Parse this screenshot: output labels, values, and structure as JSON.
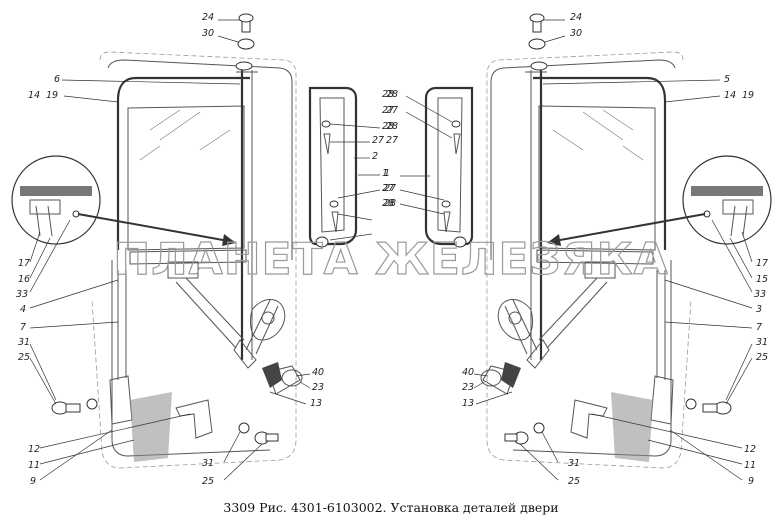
{
  "caption": "3309 Рис. 4301-6103002. Установка деталей двери",
  "watermark": "ПЛАНЕТА ЖЕЛЕЗЯКА",
  "callouts": {
    "left": [
      "24",
      "30",
      "6",
      "14",
      "19",
      "28",
      "27",
      "28",
      "27",
      "2",
      "1",
      "27",
      "28",
      "17",
      "16",
      "33",
      "4",
      "7",
      "31",
      "25",
      "40",
      "23",
      "13",
      "12",
      "11",
      "9",
      "31",
      "25"
    ],
    "right": [
      "24",
      "30",
      "5",
      "14",
      "19",
      "28",
      "27",
      "28",
      "27",
      "1",
      "27",
      "28",
      "17",
      "15",
      "33",
      "3",
      "7",
      "31",
      "25",
      "40",
      "23",
      "13",
      "12",
      "11",
      "9",
      "31",
      "25"
    ]
  }
}
